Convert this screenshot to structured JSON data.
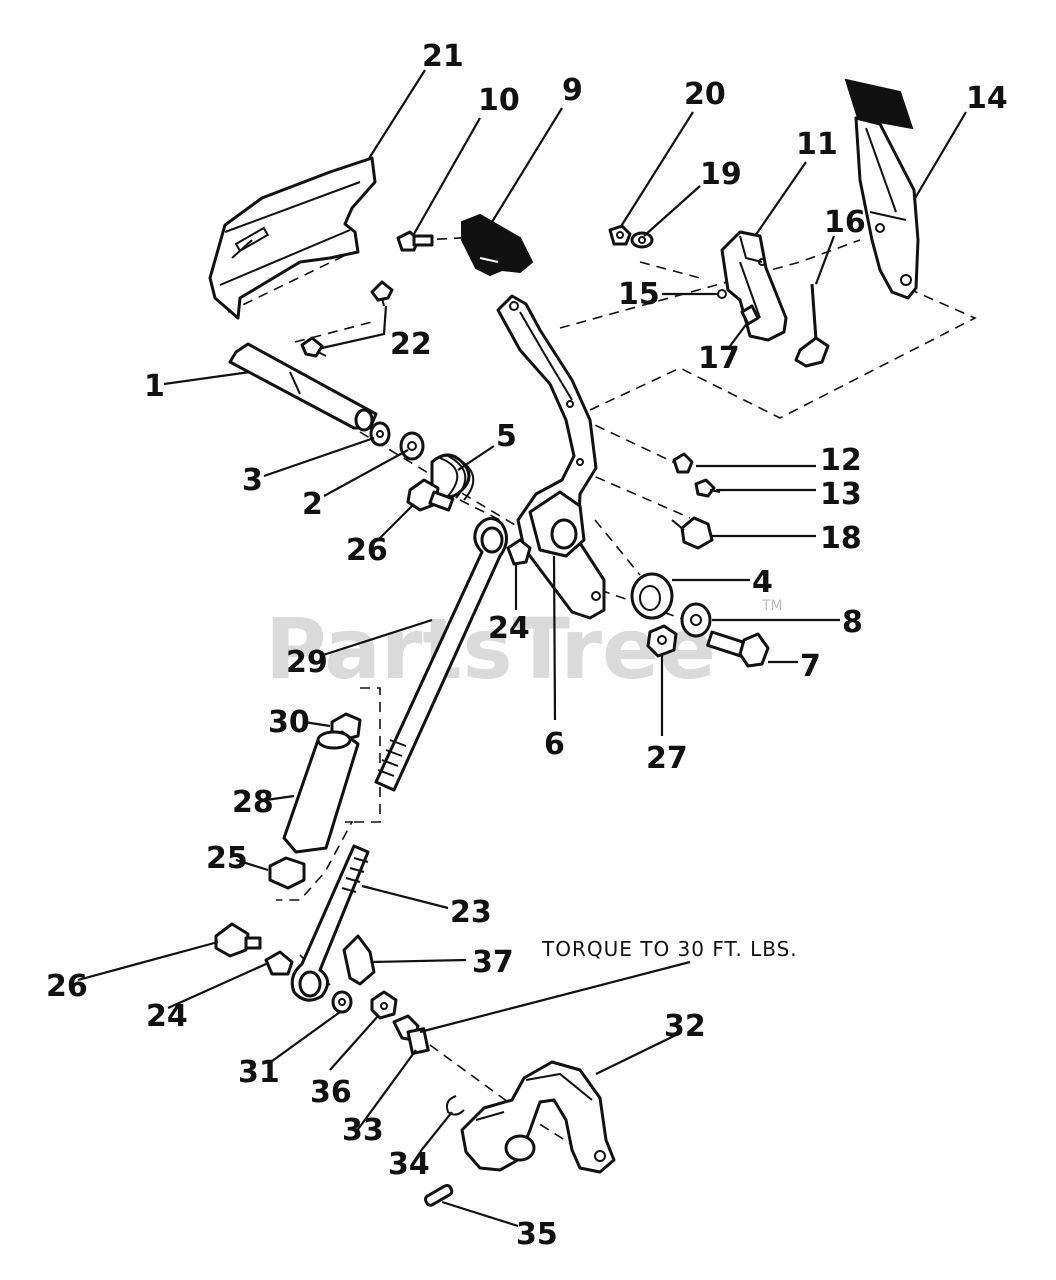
{
  "watermark": {
    "text": "PartsTree",
    "trademark": "TM"
  },
  "torque_note": "TORQUE TO 30 FT. LBS.",
  "callouts": {
    "c1": "1",
    "c2": "2",
    "c3": "3",
    "c4": "4",
    "c5": "5",
    "c6": "6",
    "c7": "7",
    "c8": "8",
    "c9": "9",
    "c10": "10",
    "c11": "11",
    "c12": "12",
    "c13": "13",
    "c14": "14",
    "c15": "15",
    "c16": "16",
    "c17": "17",
    "c18": "18",
    "c19": "19",
    "c20": "20",
    "c21": "21",
    "c22": "22",
    "c23": "23",
    "c24a": "24",
    "c24b": "24",
    "c25": "25",
    "c26a": "26",
    "c26b": "26",
    "c27": "27",
    "c28": "28",
    "c29": "29",
    "c30": "30",
    "c31": "31",
    "c32": "32",
    "c33": "33",
    "c34": "34",
    "c35": "35",
    "c36": "36",
    "c37": "37"
  }
}
